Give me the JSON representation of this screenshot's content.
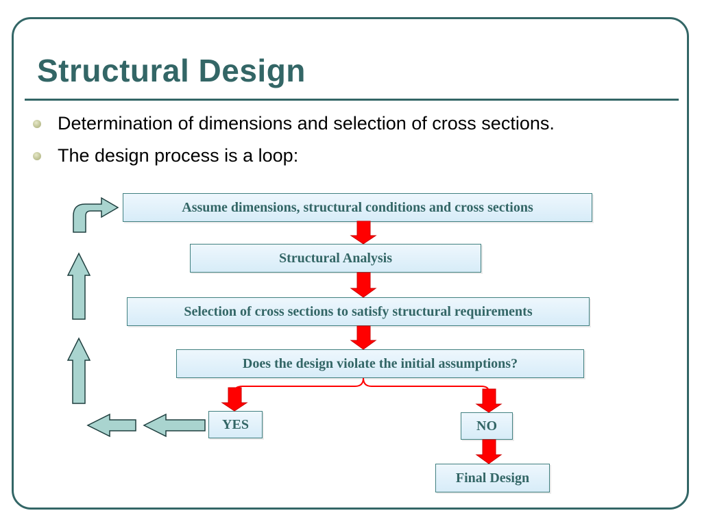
{
  "slide": {
    "title": "Structural Design",
    "bullets": [
      "Determination of dimensions and selection of cross sections.",
      "The design process is a loop:"
    ]
  },
  "flowchart": {
    "steps": [
      "Assume dimensions, structural conditions and cross sections",
      "Structural Analysis",
      "Selection of cross sections to satisfy structural requirements",
      "Does the design violate the initial assumptions?"
    ],
    "yes_label": "YES",
    "no_label": "NO",
    "final_label": "Final Design"
  },
  "colors": {
    "theme": "#336666",
    "loop_arrow_fill": "#a9d4cf",
    "flow_arrow": "#ff0000",
    "box_fill": "#d7ecf8"
  }
}
